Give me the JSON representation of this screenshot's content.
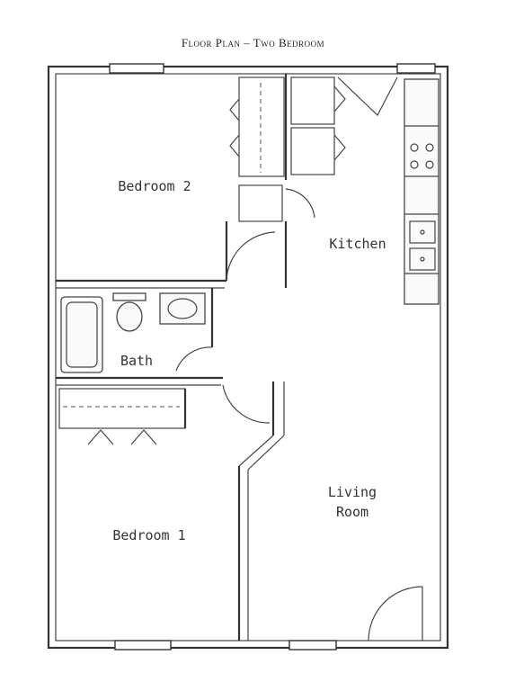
{
  "title": "Floor Plan – Two Bedroom",
  "rooms": {
    "bedroom2": "Bedroom 2",
    "kitchen": "Kitchen",
    "bath": "Bath",
    "living_line1": "Living",
    "living_line2": "Room",
    "bedroom1": "Bedroom 1"
  }
}
